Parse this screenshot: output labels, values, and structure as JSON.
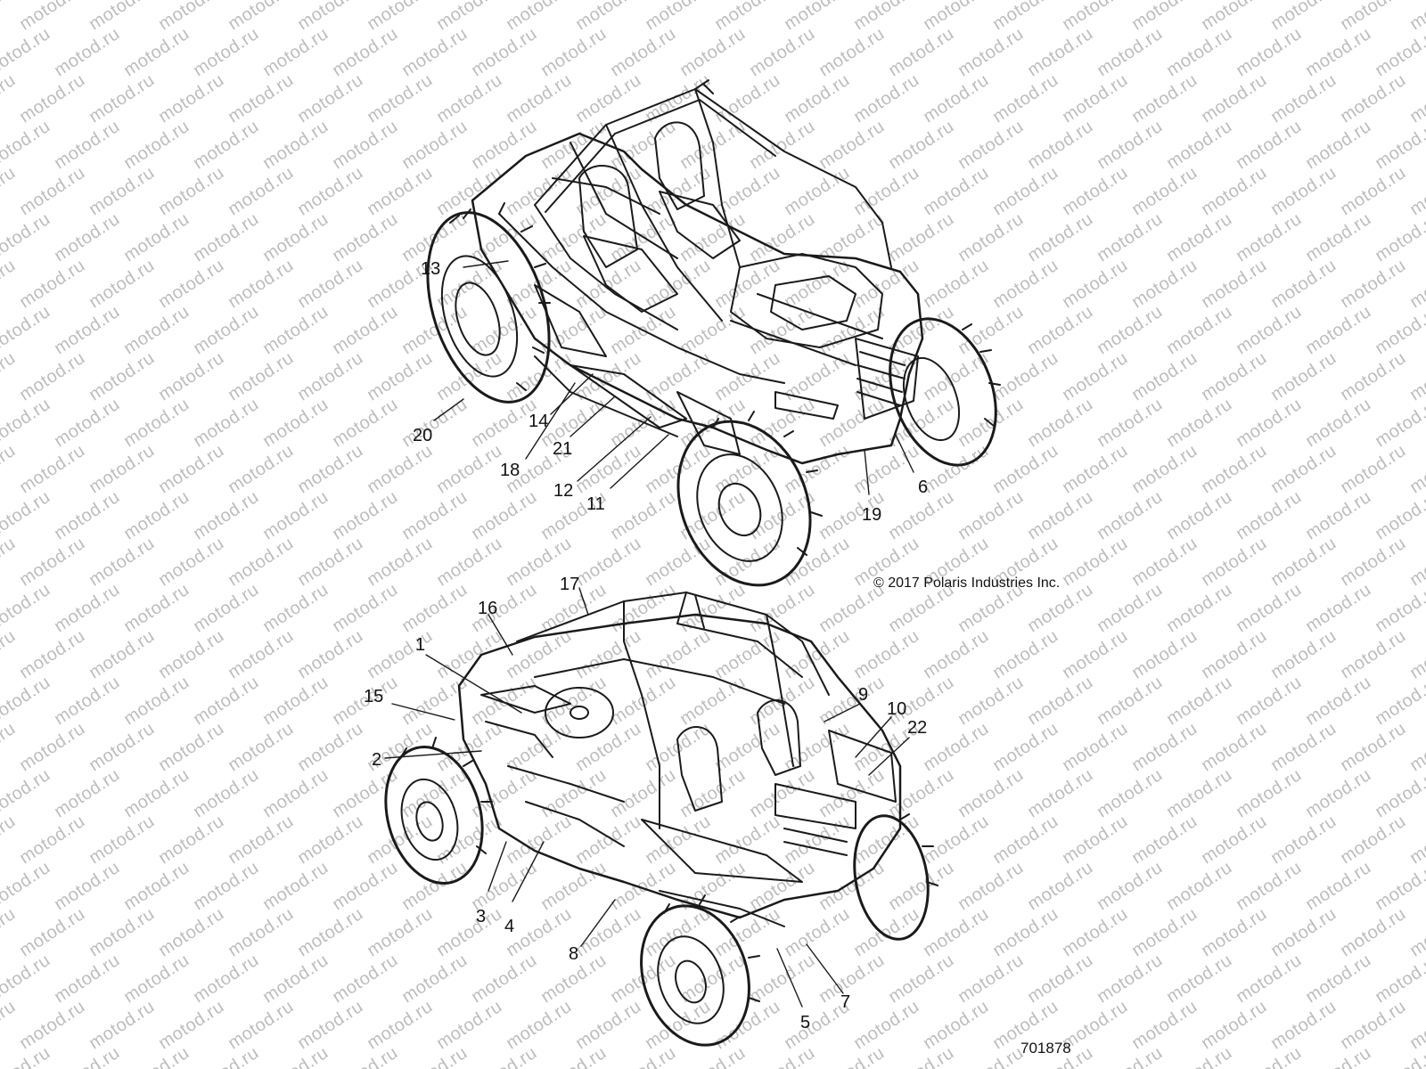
{
  "watermark": "motod.ru",
  "copyright": "© 2017 Polaris Industries Inc.",
  "figure_number": "701878",
  "callouts_top": [
    "13",
    "20",
    "14",
    "18",
    "21",
    "12",
    "11",
    "19",
    "6"
  ],
  "callouts_bottom": [
    "17",
    "16",
    "1",
    "15",
    "2",
    "9",
    "10",
    "22",
    "3",
    "4",
    "8",
    "5",
    "7"
  ],
  "colors": {
    "line": "#1a1a1a",
    "watermark": "#bdbdbd"
  }
}
